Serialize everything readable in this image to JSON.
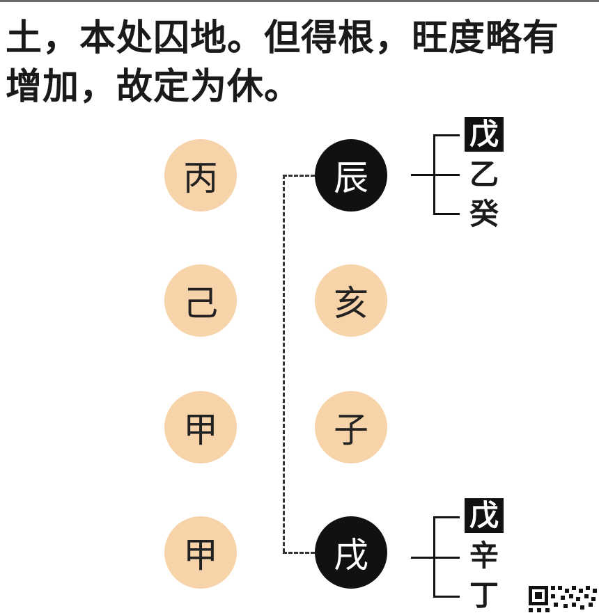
{
  "paragraph": {
    "line1": "土，本处囚地。但得根，旺度略有",
    "line2": "增加，故定为休。"
  },
  "heavenly_stems": [
    "丙",
    "己",
    "甲",
    "甲"
  ],
  "earthly_branches": [
    "辰",
    "亥",
    "子",
    "戌"
  ],
  "hidden_stems": {
    "chen": [
      "戊",
      "乙",
      "癸"
    ],
    "xu": [
      "戊",
      "辛",
      "丁"
    ]
  },
  "colors": {
    "tan_circle": "#f7d3aa",
    "dark_circle": "#111111",
    "text": "#1a1a1a"
  }
}
